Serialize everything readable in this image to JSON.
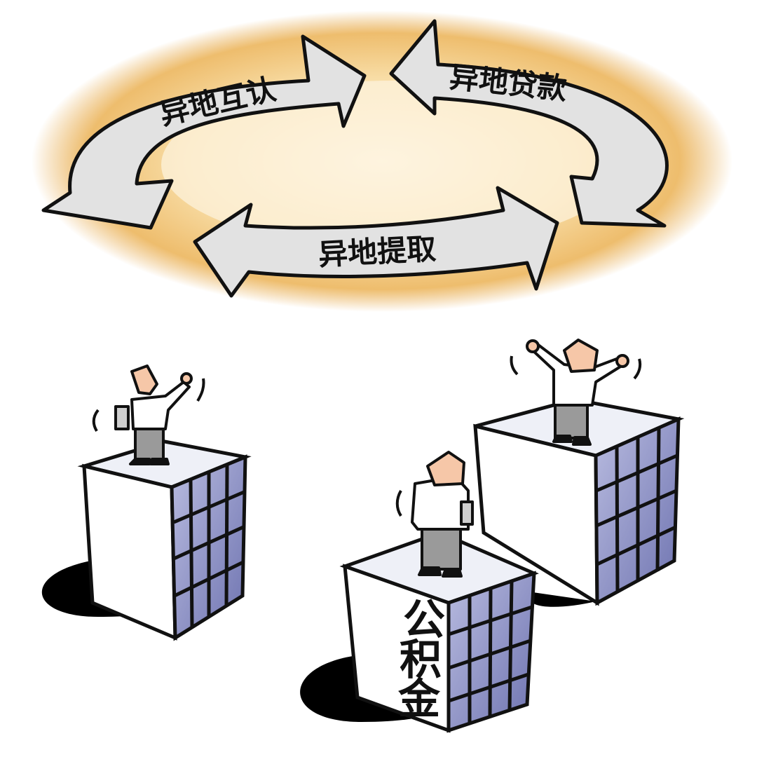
{
  "illustration": {
    "arrows": {
      "mutual_recognition": "异地互认",
      "loan": "异地贷款",
      "withdrawal": "异地提取"
    },
    "building_label": {
      "line1": "公",
      "line2": "积",
      "line3": "金"
    }
  },
  "colors": {
    "cloud_outer": "#e9b463",
    "cloud_inner": "#fbecc9",
    "arrow_fill": "#e2e2e2",
    "ink": "#111111",
    "building_face": "#ffffff",
    "building_top": "#eef0f7",
    "window_grid": "#8f93c4",
    "shadow": "#000000",
    "skin": "#f6c7a8",
    "trousers": "#9a9a9a"
  }
}
